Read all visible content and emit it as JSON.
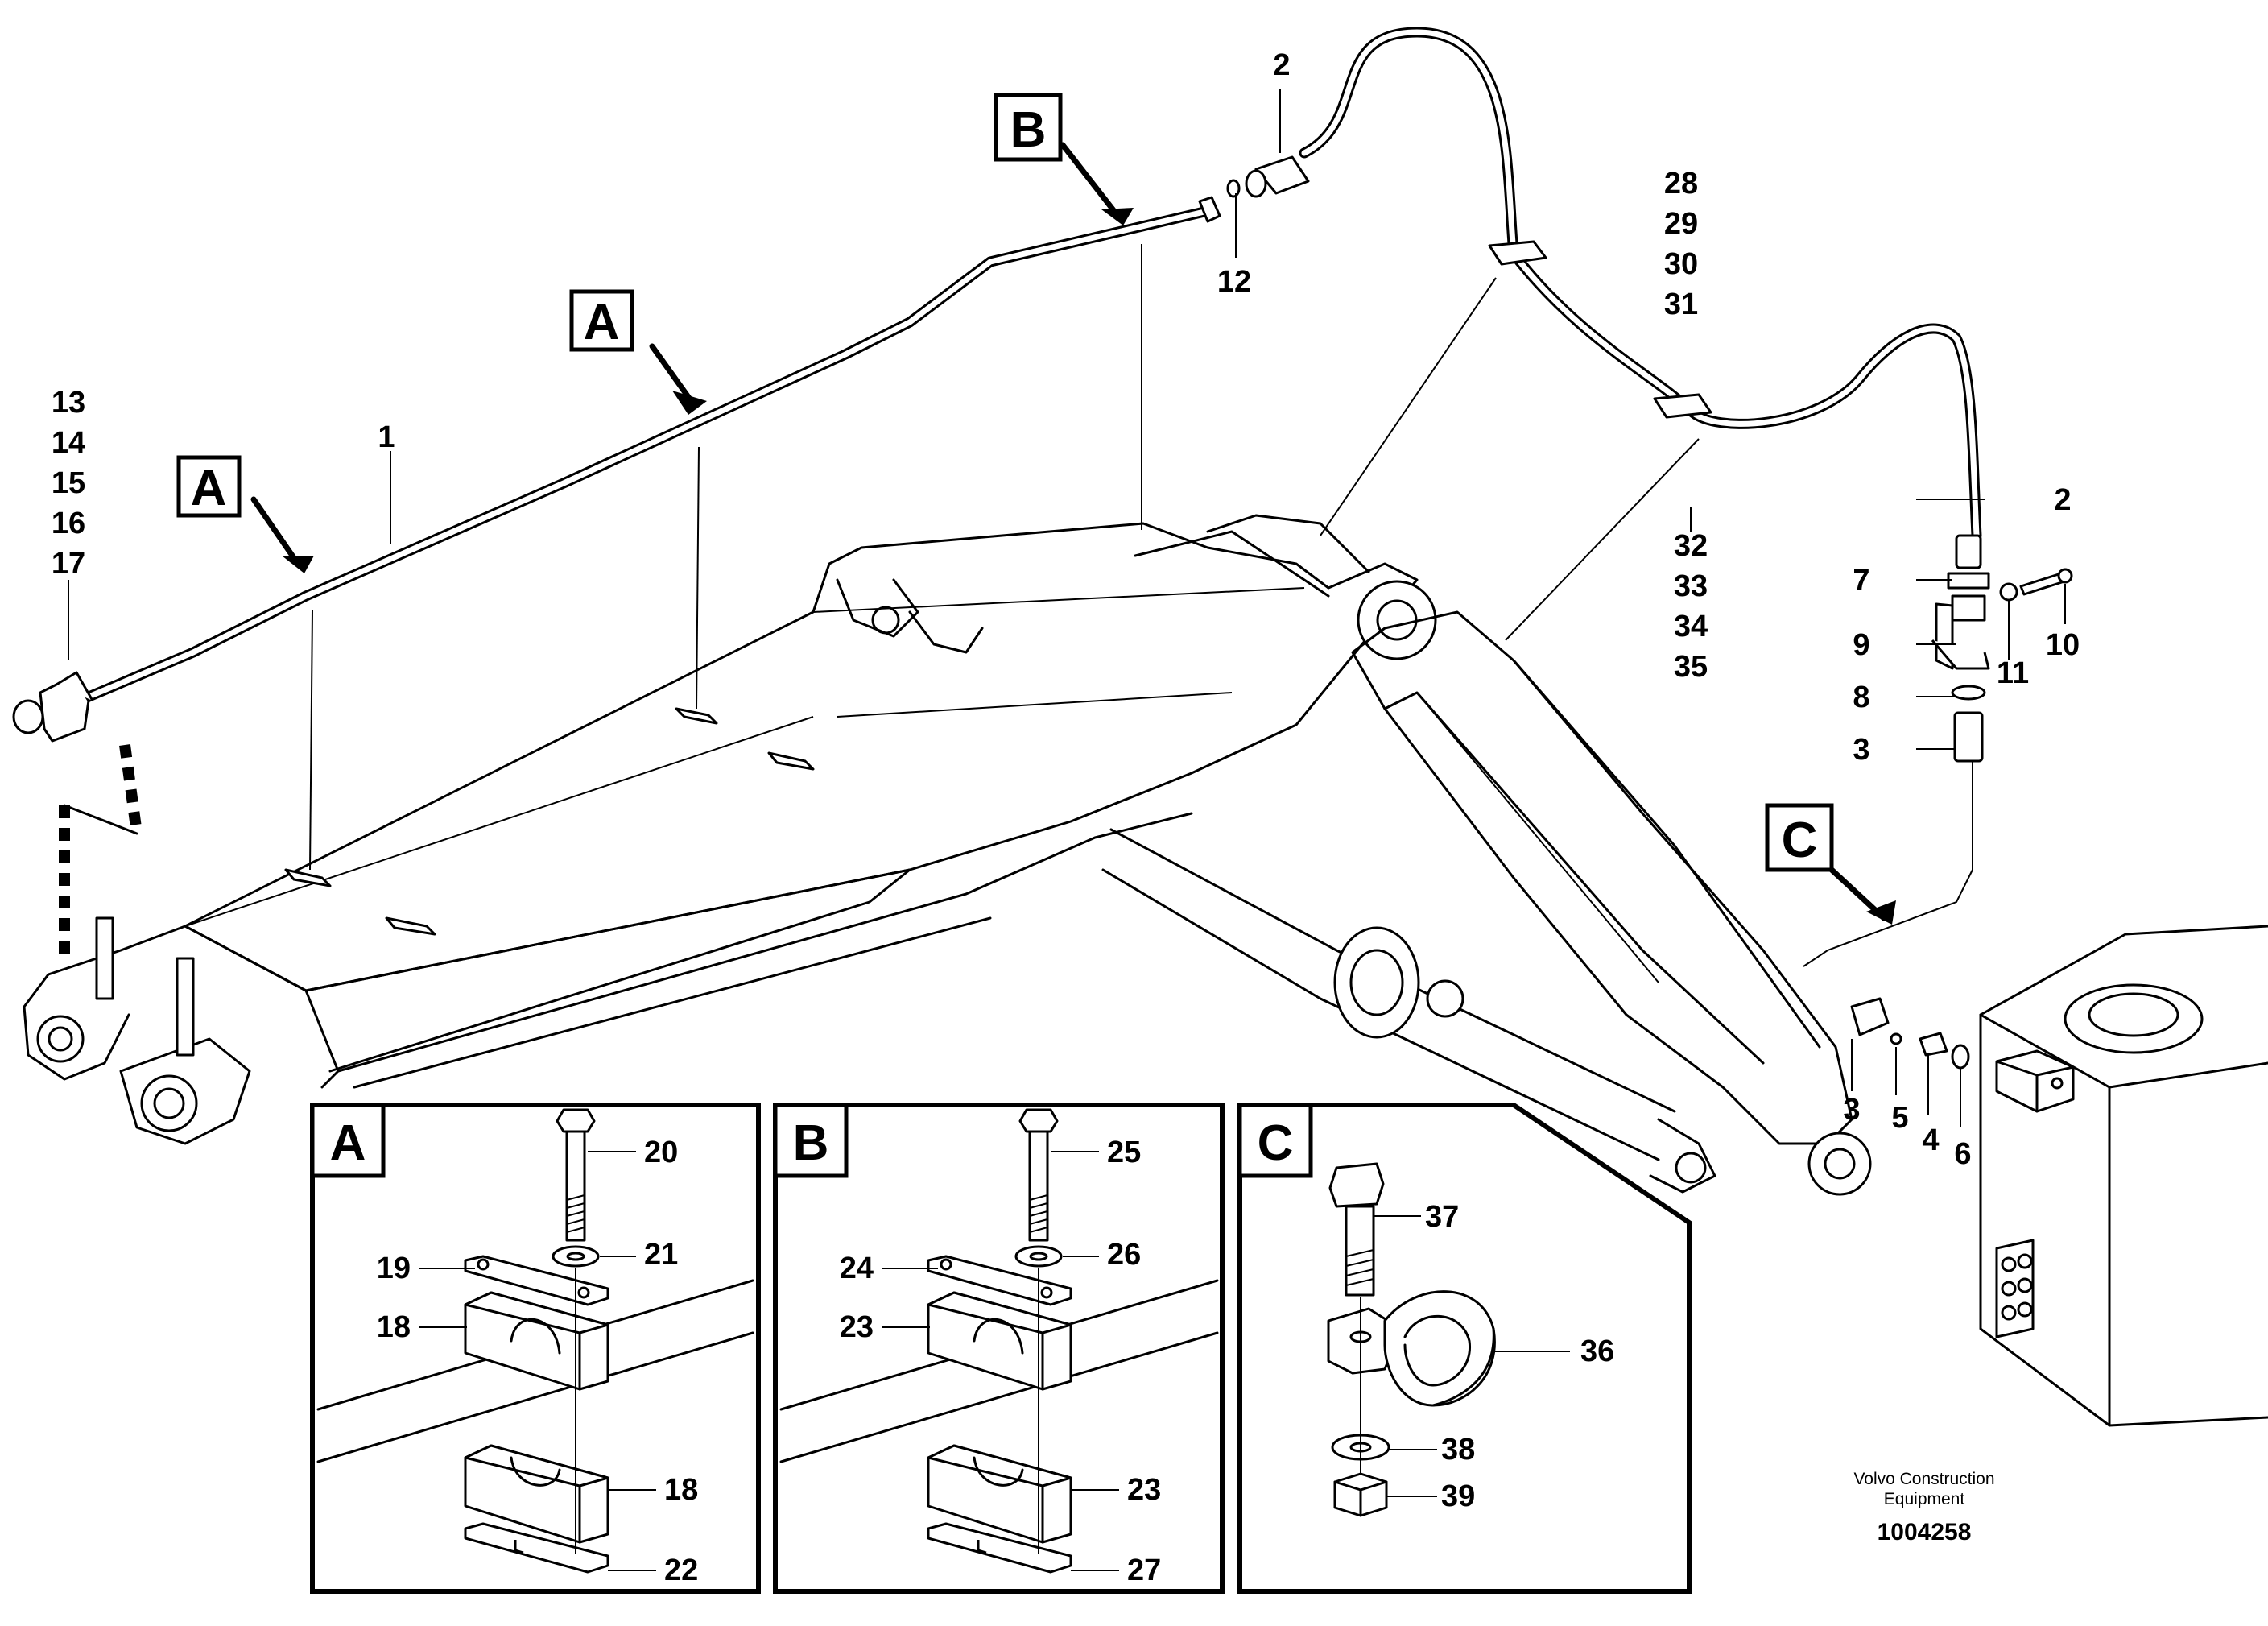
{
  "figure": {
    "publisher": "Volvo Construction Equipment",
    "publisher_line1": "Volvo Construction",
    "publisher_line2": "Equipment",
    "figure_number": "1004258"
  },
  "section_markers": {
    "a": "A",
    "b": "B",
    "c": "C"
  },
  "main_callouts": {
    "c1": "1",
    "c2a": "2",
    "c2b": "2",
    "c3a": "3",
    "c3b": "3",
    "c4": "4",
    "c5": "5",
    "c6": "6",
    "c7": "7",
    "c8": "8",
    "c9": "9",
    "c10": "10",
    "c11": "11",
    "c12": "12",
    "c13": "13",
    "c14": "14",
    "c15": "15",
    "c16": "16",
    "c17": "17",
    "c28": "28",
    "c29": "29",
    "c30": "30",
    "c31": "31",
    "c32": "32",
    "c33": "33",
    "c34": "34",
    "c35": "35"
  },
  "detail_a": {
    "title": "A",
    "bolt": "20",
    "washer": "21",
    "plate": "19",
    "clamp_upper": "18",
    "clamp_lower": "18",
    "base_plate": "22"
  },
  "detail_b": {
    "title": "B",
    "bolt": "25",
    "washer": "26",
    "plate": "24",
    "clamp_upper": "23",
    "clamp_lower": "23",
    "base_plate": "27"
  },
  "detail_c": {
    "title": "C",
    "bolt": "37",
    "clamp": "36",
    "washer": "38",
    "nut": "39"
  }
}
